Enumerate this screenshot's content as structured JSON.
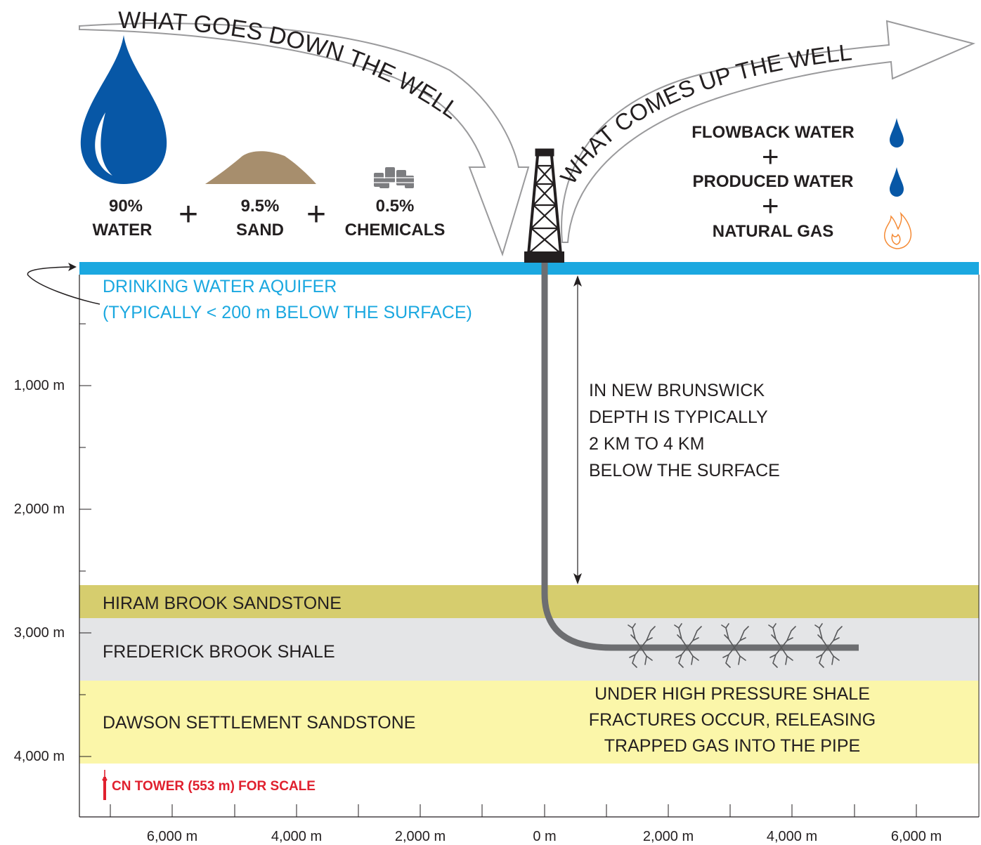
{
  "header": {
    "down_arrow_label": "WHAT GOES DOWN THE WELL",
    "up_arrow_label": "WHAT COMES UP THE WELL"
  },
  "inputs": {
    "water": {
      "percent": "90%",
      "name": "WATER",
      "icon": "water-drop-icon"
    },
    "sand": {
      "percent": "9.5%",
      "name": "SAND",
      "icon": "sand-pile-icon"
    },
    "chemicals": {
      "percent": "0.5%",
      "name": "CHEMICALS",
      "icon": "chemical-barrels-icon"
    },
    "plus": "+"
  },
  "outputs": {
    "items": [
      {
        "label": "FLOWBACK WATER",
        "icon": "water-drop-icon"
      },
      {
        "label": "PRODUCED WATER",
        "icon": "water-drop-icon"
      },
      {
        "label": "NATURAL GAS",
        "icon": "flame-icon"
      }
    ],
    "plus": "+"
  },
  "aquifer": {
    "line1": "DRINKING WATER AQUIFER",
    "line2": "(TYPICALLY < 200 m BELOW THE SURFACE)"
  },
  "depth_note": {
    "lines": [
      "IN NEW BRUNSWICK",
      "DEPTH IS TYPICALLY",
      "2 KM TO 4 KM",
      "BELOW THE SURFACE"
    ]
  },
  "layers": {
    "hiram": "HIRAM BROOK SANDSTONE",
    "frederick": "FREDERICK BROOK SHALE",
    "dawson": "DAWSON SETTLEMENT SANDSTONE"
  },
  "fracture_note": {
    "lines": [
      "UNDER HIGH PRESSURE SHALE",
      "FRACTURES OCCUR, RELEASING",
      "TRAPPED GAS INTO THE PIPE"
    ]
  },
  "scale_note": "CN TOWER (553 m) FOR SCALE",
  "y_axis_ticks": [
    "1,000 m",
    "2,000 m",
    "3,000 m",
    "4,000 m"
  ],
  "x_axis_ticks": [
    "6,000 m",
    "4,000 m",
    "2,000 m",
    "0 m",
    "2,000 m",
    "4,000 m",
    "6,000 m"
  ],
  "colors": {
    "aquifer": "#1ba8e0",
    "hiram": "#d6cd6e",
    "frederick": "#e4e5e7",
    "dawson": "#fbf6a9",
    "water_blue": "#0757a6",
    "sand": "#a78e6d",
    "pipe": "#6d6e71",
    "scale_red": "#e0202e",
    "flame": "#f58a34"
  }
}
